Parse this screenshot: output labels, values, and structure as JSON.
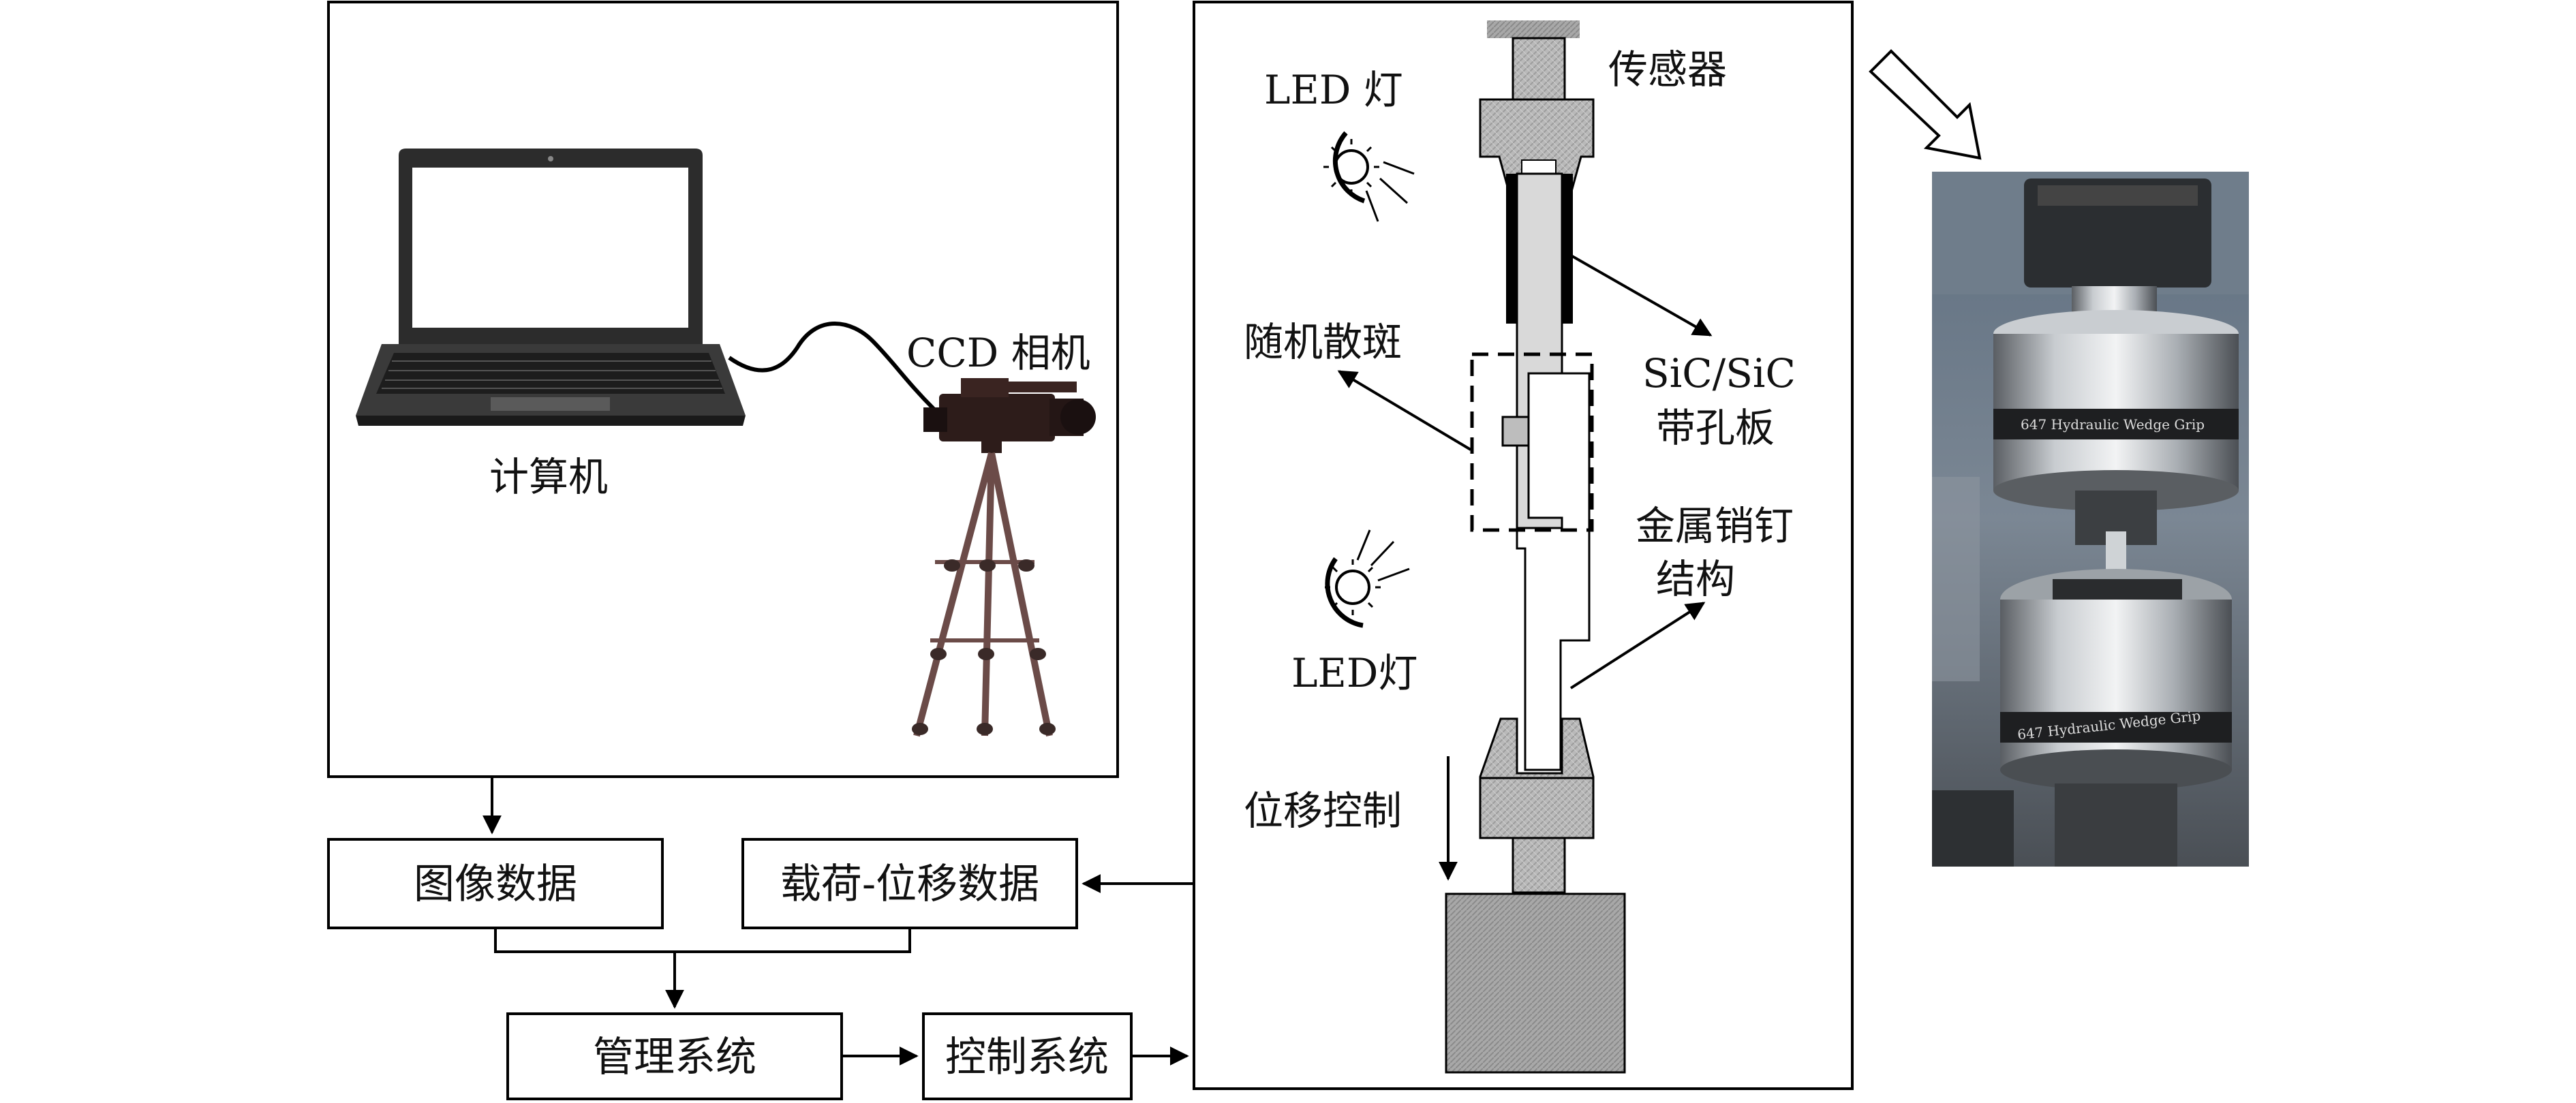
{
  "labels": {
    "computer": "计算机",
    "ccd_camera": "CCD 相机",
    "led_top": "LED 灯",
    "led_bottom": "LED灯",
    "sensor": "传感器",
    "speckle": "随机散斑",
    "specimen_line1": "SiC/SiC",
    "specimen_line2": "带孔板",
    "pin_line1": "金属销钉",
    "pin_line2": "结构",
    "displacement": "位移控制"
  },
  "boxes": {
    "image_data": "图像数据",
    "load_disp_data": "载荷-位移数据",
    "management": "管理系统",
    "control": "控制系统"
  },
  "photo": {
    "grip_text_top": "647 Hydraulic Wedge Grip",
    "grip_text_bottom": "647 Hydraulic Wedge Grip"
  }
}
